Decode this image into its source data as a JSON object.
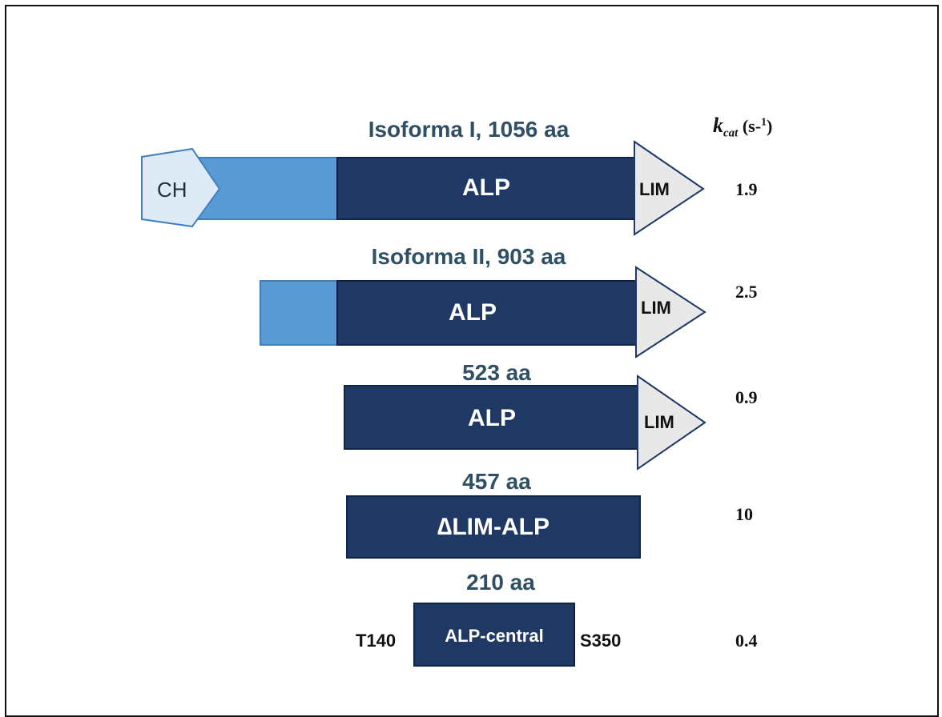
{
  "kcat_header": {
    "symbol": "k",
    "subscript": "cat",
    "unit_prefix": "(s-",
    "unit_exponent": "1",
    "unit_suffix": ")"
  },
  "constructs": [
    {
      "title": "Isoforma I, 1056 aa",
      "ch_label": "CH",
      "domain_label": "ALP",
      "lim_label": "LIM",
      "kcat": "1.9"
    },
    {
      "title": "Isoforma II, 903 aa",
      "domain_label": "ALP",
      "lim_label": "LIM",
      "kcat": "2.5"
    },
    {
      "title": "523 aa",
      "domain_label": "ALP",
      "lim_label": "LIM",
      "kcat": "0.9"
    },
    {
      "title": "457 aa",
      "domain_label": "∆LIM-ALP",
      "kcat": "10"
    },
    {
      "title": "210 aa",
      "domain_label": "ALP-central",
      "left_site": "T140",
      "right_site": "S350",
      "kcat": "0.4"
    }
  ],
  "colors": {
    "light_segment": "#5b9bd5",
    "dark_segment": "#1f3864",
    "lim_fill": "#e8e8e8",
    "ch_fill": "#deebf7",
    "title_text": "#2f4f63"
  }
}
